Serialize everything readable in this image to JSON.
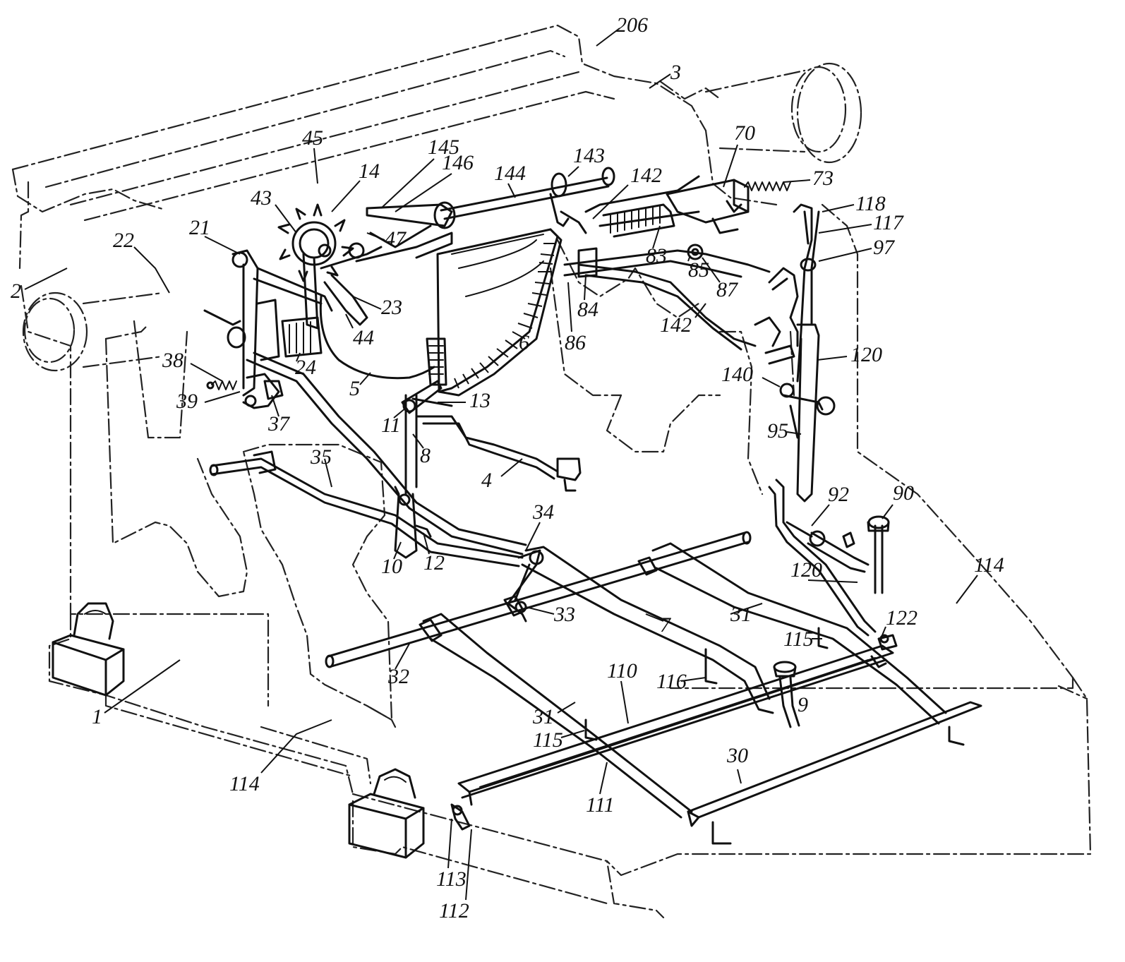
{
  "reference_numerals": [
    "206",
    "3",
    "45",
    "14",
    "145",
    "146",
    "143",
    "144",
    "142",
    "70",
    "73",
    "118",
    "117",
    "97",
    "83",
    "85",
    "87",
    "84",
    "86",
    "142",
    "43",
    "22",
    "21",
    "2",
    "47",
    "23",
    "44",
    "6",
    "38",
    "24",
    "39",
    "5",
    "37",
    "11",
    "13",
    "140",
    "120",
    "95",
    "35",
    "8",
    "4",
    "90",
    "92",
    "34",
    "10",
    "12",
    "120",
    "114",
    "33",
    "7",
    "31",
    "122",
    "115",
    "116",
    "9",
    "32",
    "110",
    "1",
    "31",
    "115",
    "114",
    "30",
    "111",
    "113",
    "112"
  ],
  "colors": {
    "ink": "#111111",
    "paper": "#ffffff"
  }
}
